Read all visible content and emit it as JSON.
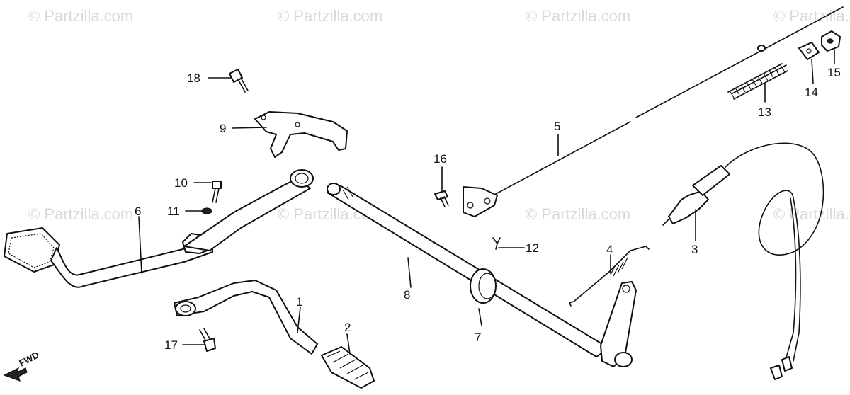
{
  "watermark_text": "© Partzilla.com",
  "fwd_label": "FWD",
  "callouts": [
    "1",
    "2",
    "3",
    "4",
    "5",
    "6",
    "7",
    "8",
    "9",
    "10",
    "11",
    "12",
    "13",
    "14",
    "15",
    "16",
    "17",
    "18"
  ],
  "colors": {
    "ink": "#111111",
    "watermark": "#d9d9d9",
    "background": "#ffffff"
  }
}
